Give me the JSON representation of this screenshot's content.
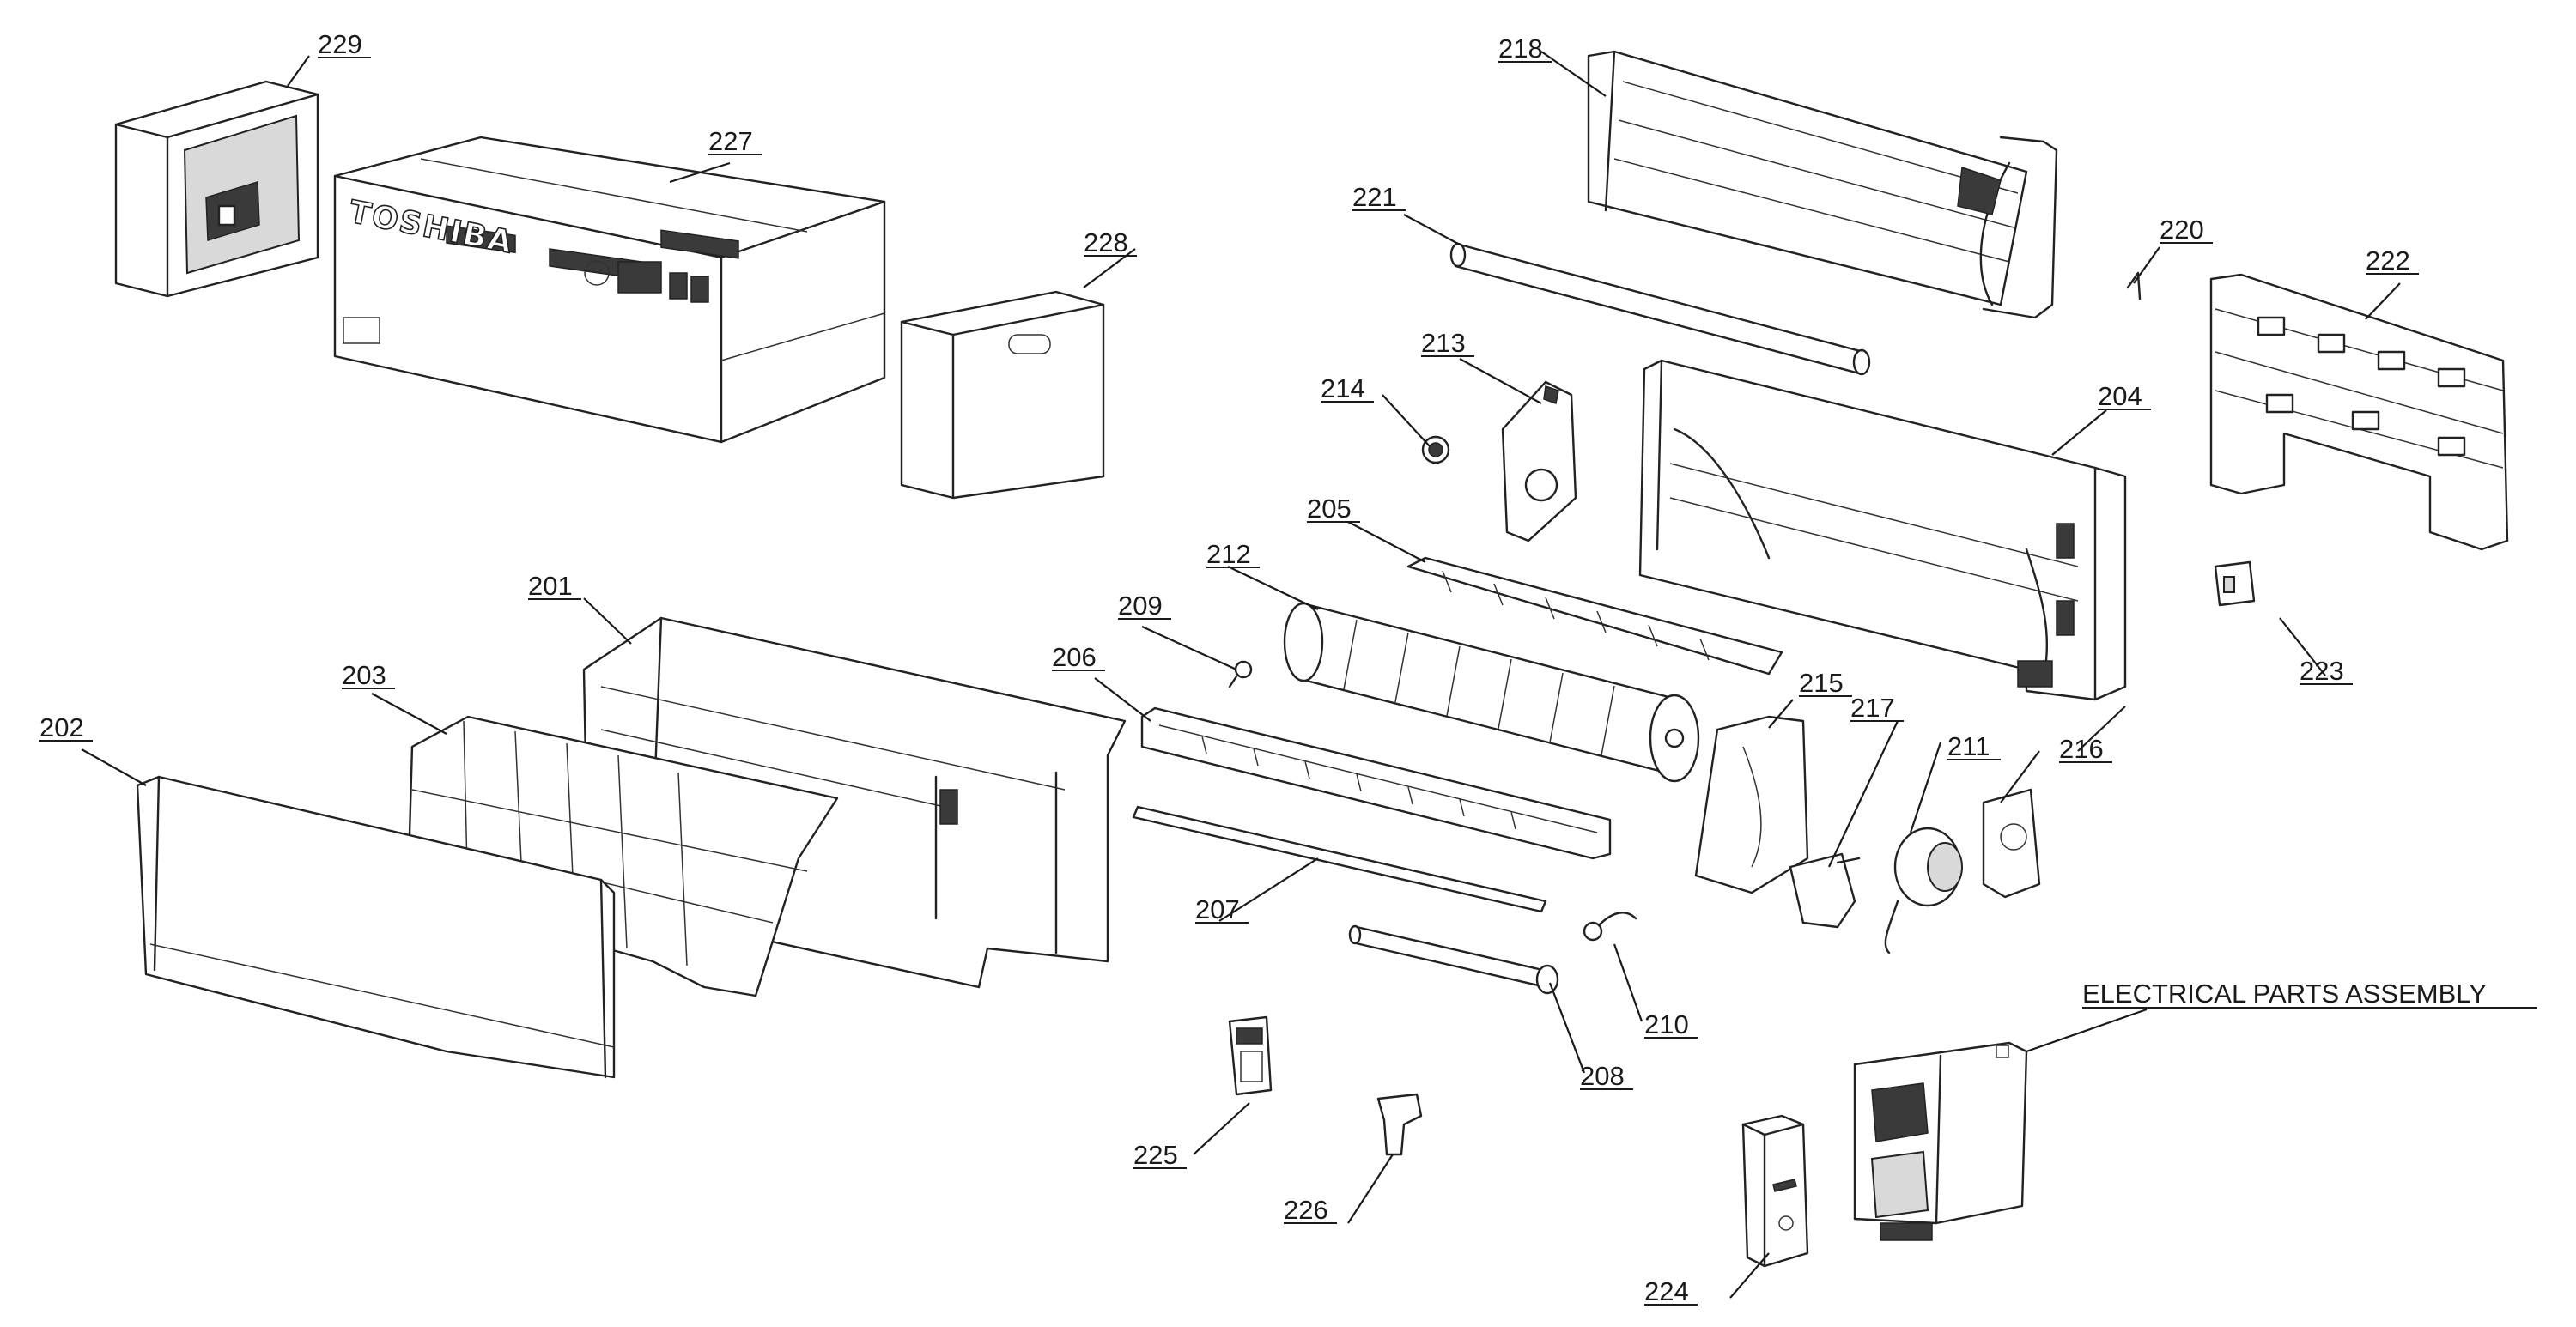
{
  "callouts": {
    "p201": "201",
    "p202": "202",
    "p203": "203",
    "p204": "204",
    "p205": "205",
    "p206": "206",
    "p207": "207",
    "p208": "208",
    "p209": "209",
    "p210": "210",
    "p211": "211",
    "p212": "212",
    "p213": "213",
    "p214": "214",
    "p215": "215",
    "p216": "216",
    "p217": "217",
    "p218": "218",
    "p220": "220",
    "p221": "221",
    "p222": "222",
    "p223": "223",
    "p224": "224",
    "p225": "225",
    "p226": "226",
    "p227": "227",
    "p228": "228",
    "p229": "229"
  },
  "assembly_label": "ELECTRICAL PARTS ASSEMBLY",
  "brand_logo": "TOSHIBA",
  "colors": {
    "line": "#222222",
    "background": "#ffffff"
  }
}
